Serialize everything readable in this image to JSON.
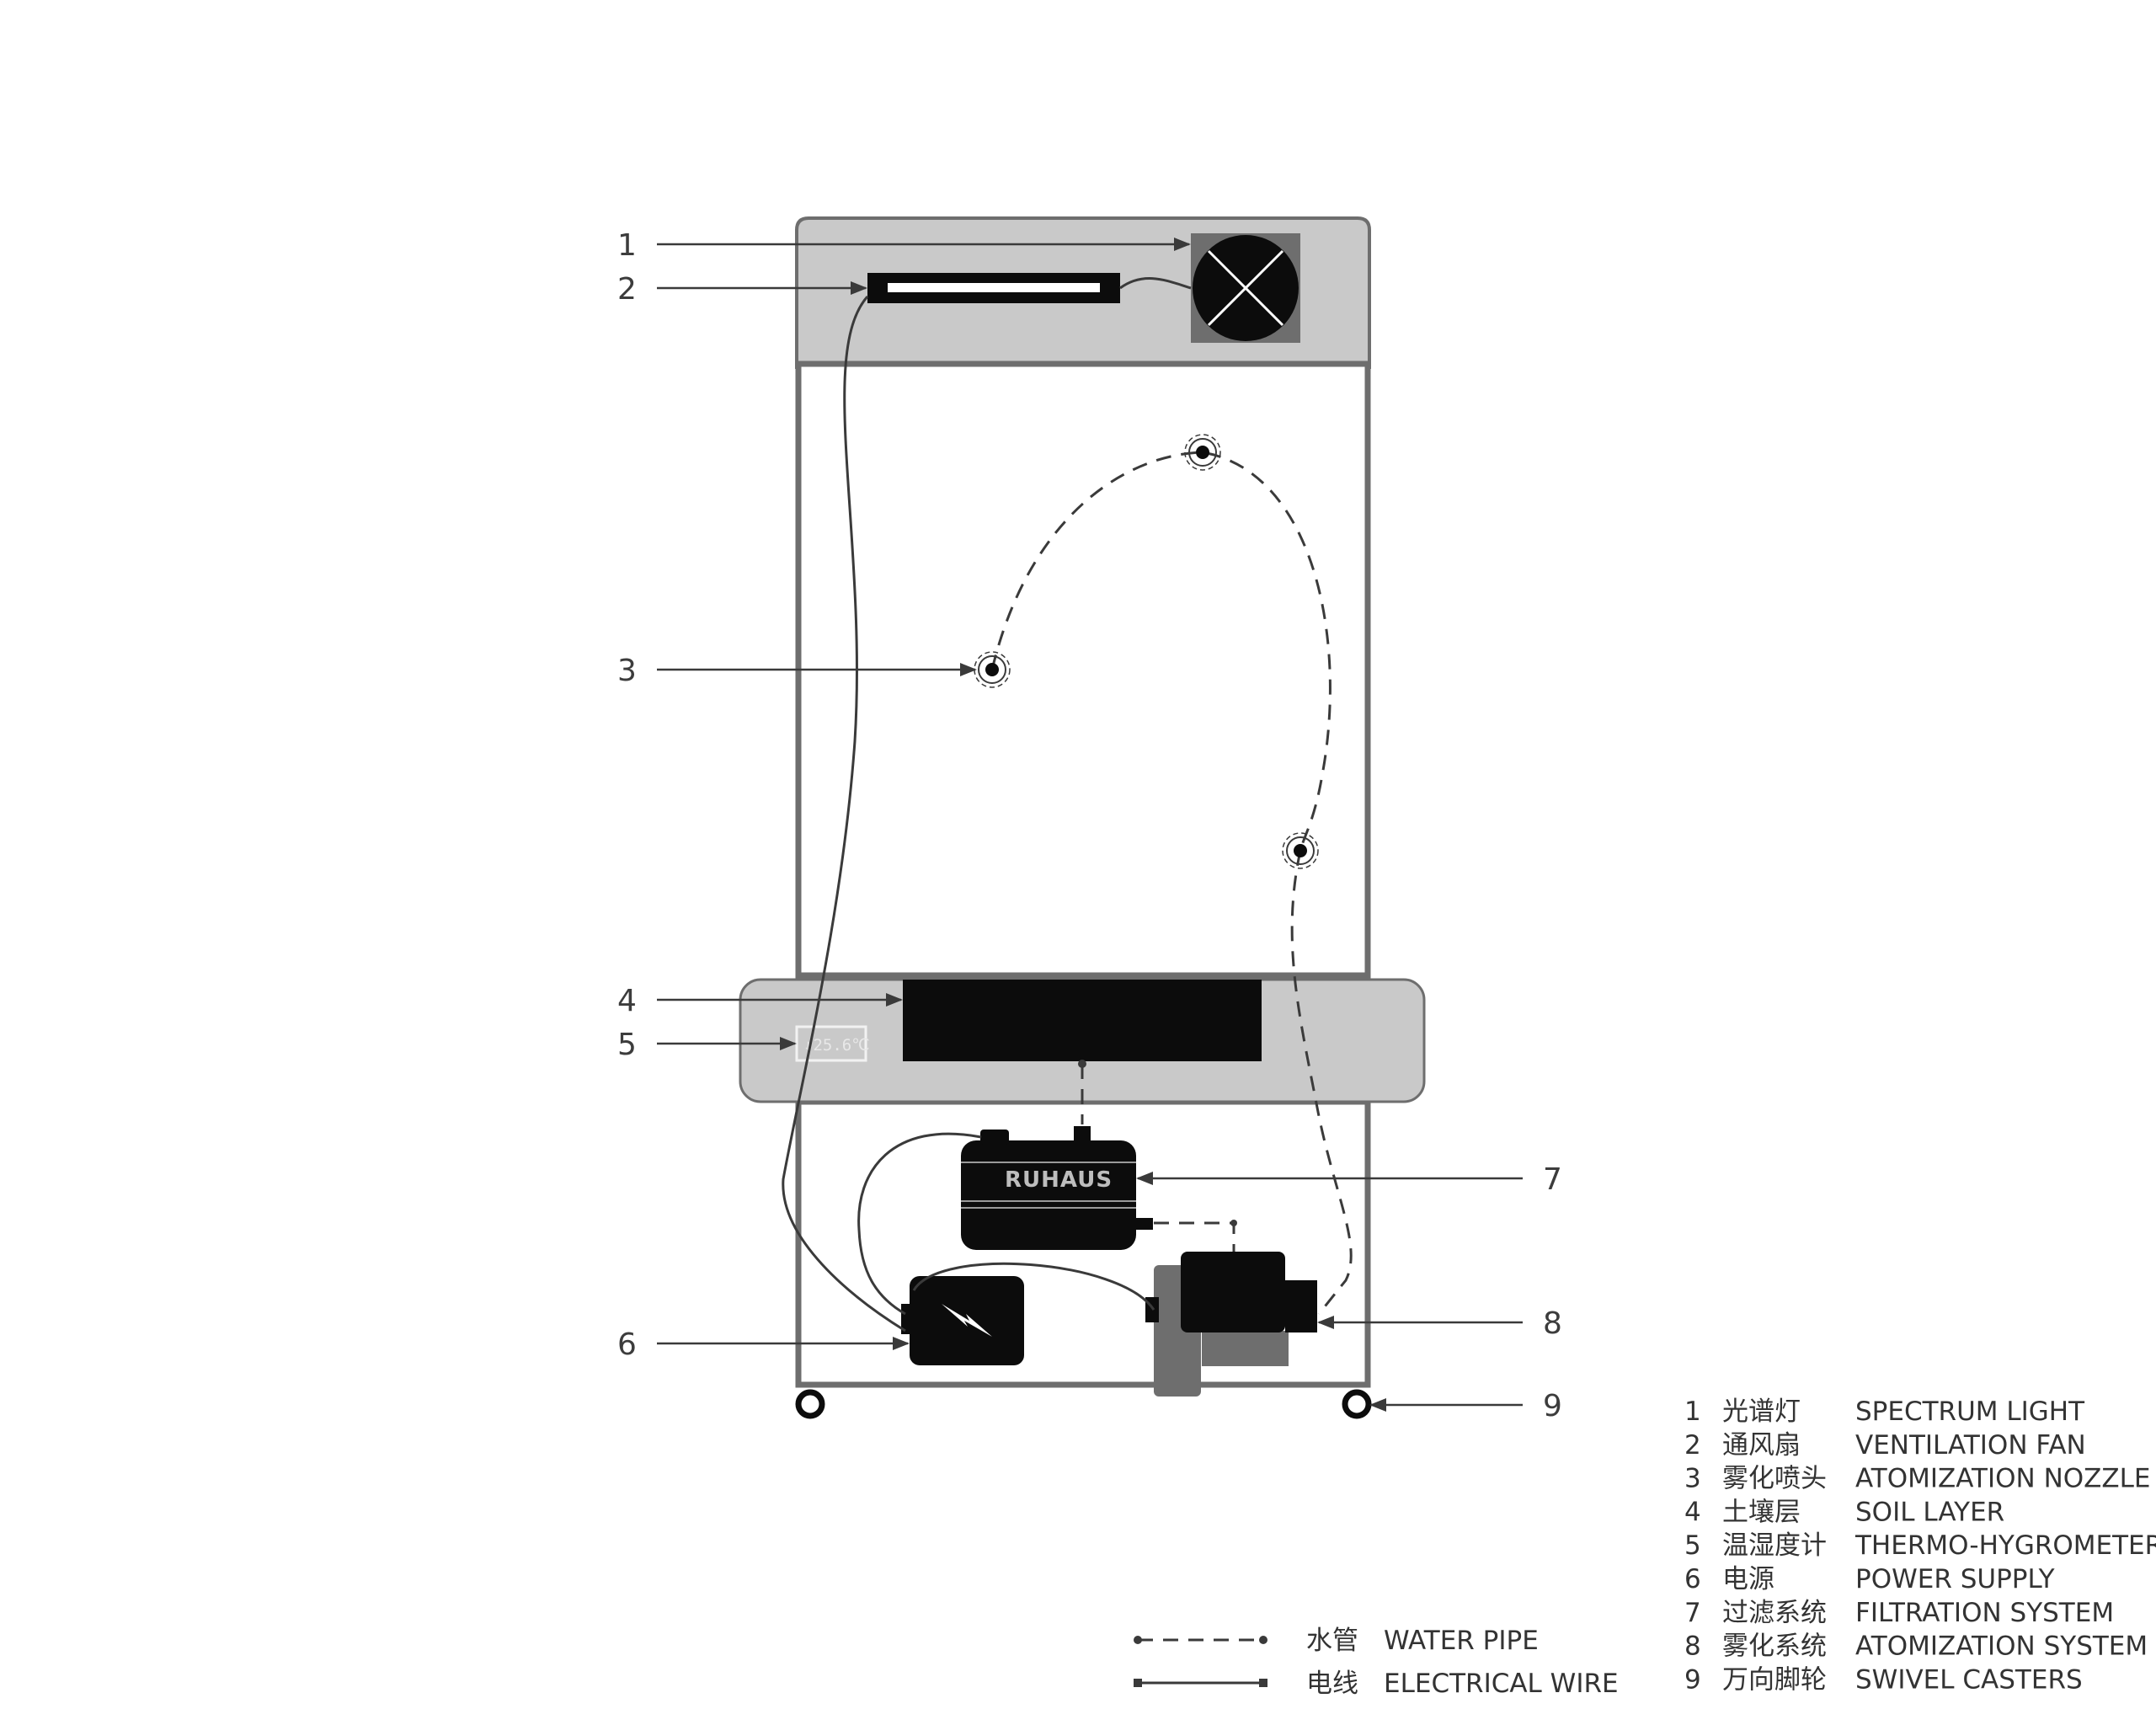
{
  "callouts": [
    "1",
    "2",
    "3",
    "4",
    "5",
    "6",
    "7",
    "8",
    "9"
  ],
  "legend": [
    {
      "num": "1",
      "zh": "光谱灯",
      "en": "SPECTRUM LIGHT"
    },
    {
      "num": "2",
      "zh": "通风扇",
      "en": "VENTILATION FAN"
    },
    {
      "num": "3",
      "zh": "雾化喷头",
      "en": "ATOMIZATION NOZZLE"
    },
    {
      "num": "4",
      "zh": "土壤层",
      "en": "SOIL LAYER"
    },
    {
      "num": "5",
      "zh": "温湿度计",
      "en": "THERMO-HYGROMETER"
    },
    {
      "num": "6",
      "zh": "电源",
      "en": "POWER SUPPLY"
    },
    {
      "num": "7",
      "zh": "过滤系统",
      "en": "FILTRATION SYSTEM"
    },
    {
      "num": "8",
      "zh": "雾化系统",
      "en": "ATOMIZATION SYSTEM"
    },
    {
      "num": "9",
      "zh": "万向脚轮",
      "en": "SWIVEL CASTERS"
    }
  ],
  "line_legend": {
    "water": {
      "zh": "水管",
      "en": "WATER PIPE"
    },
    "wire": {
      "zh": "电线",
      "en": "ELECTRICAL WIRE"
    }
  },
  "filter_brand": "RUHAUS",
  "thermo_display": "↓25.6℃",
  "colors": {
    "panel": "#c9c9c9",
    "frame": "#6e6e6e",
    "device": "#0c0c0c",
    "line": "#3a3a3a",
    "text": "#333333"
  },
  "icons": {
    "fan": "fan-x-icon",
    "power": "lightning-bolt-icon",
    "nozzle": "spray-nozzle-icon",
    "caster": "caster-wheel-icon"
  }
}
